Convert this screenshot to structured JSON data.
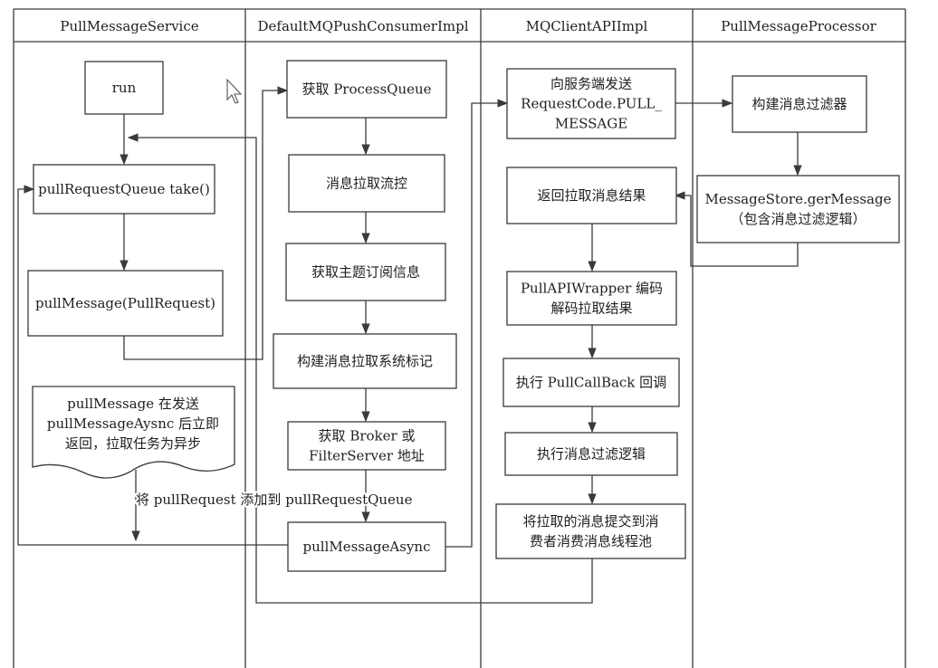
{
  "lanes": [
    {
      "id": "lane1",
      "title": "PullMessageService"
    },
    {
      "id": "lane2",
      "title": "DefaultMQPushConsumerImpl"
    },
    {
      "id": "lane3",
      "title": "MQClientAPIImpl"
    },
    {
      "id": "lane4",
      "title": "PullMessageProcessor"
    }
  ],
  "nodes": {
    "run": {
      "lines": [
        "run"
      ]
    },
    "take": {
      "lines": [
        "pullRequestQueue take()"
      ]
    },
    "pullmsg": {
      "lines": [
        "pullMessage(PullRequest)"
      ]
    },
    "note": {
      "lines": [
        "pullMessage 在发送",
        "pullMessageAysnc 后立即",
        "返回，拉取任务为异步"
      ]
    },
    "pq": {
      "lines": [
        "获取 ProcessQueue"
      ]
    },
    "flow": {
      "lines": [
        "消息拉取流控"
      ]
    },
    "sub": {
      "lines": [
        "获取主题订阅信息"
      ]
    },
    "flag": {
      "lines": [
        "构建消息拉取系统标记"
      ]
    },
    "broker": {
      "lines": [
        "获取 Broker 或",
        "FilterServer 地址"
      ]
    },
    "async": {
      "lines": [
        "pullMessageAsync"
      ]
    },
    "send": {
      "lines": [
        "向服务端发送",
        "RequestCode.PULL_",
        "MESSAGE"
      ]
    },
    "ret": {
      "lines": [
        "返回拉取消息结果"
      ]
    },
    "wrap": {
      "lines": [
        "PullAPIWrapper 编码",
        "解码拉取结果"
      ]
    },
    "cb": {
      "lines": [
        "执行 PullCallBack 回调"
      ]
    },
    "filter": {
      "lines": [
        "执行消息过滤逻辑"
      ]
    },
    "submit": {
      "lines": [
        "将拉取的消息提交到消",
        "费者消费消息线程池"
      ]
    },
    "build": {
      "lines": [
        "构建消息过滤器"
      ]
    },
    "store": {
      "lines": [
        "MessageStore.gerMessage",
        "（包含消息过滤逻辑）"
      ]
    }
  },
  "edge_labels": {
    "add_back": "将 pullRequest 添加到 pullRequestQueue"
  }
}
